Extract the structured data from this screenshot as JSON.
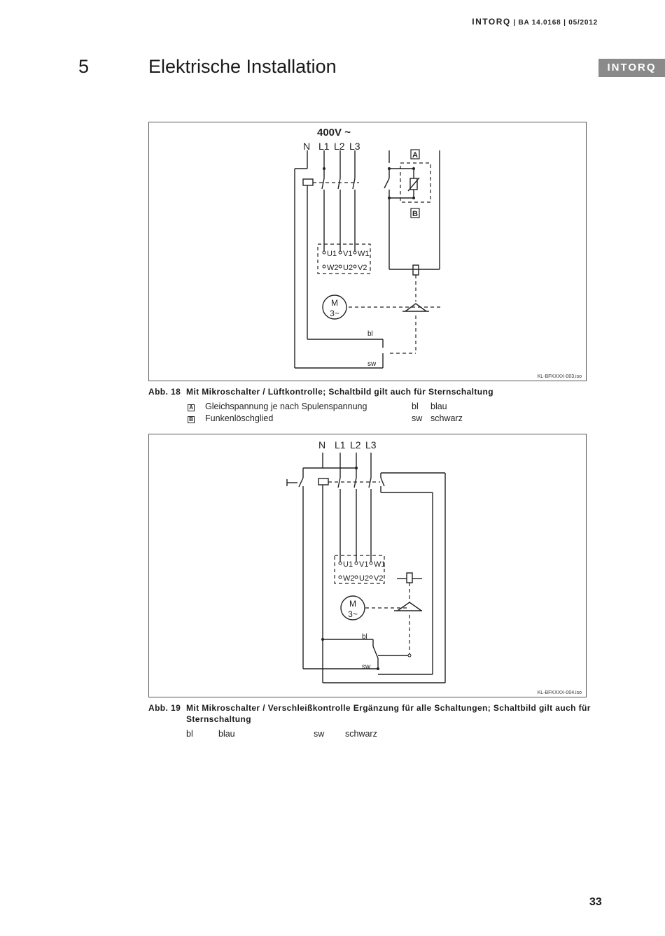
{
  "header": {
    "brand": "INTORQ",
    "doc_ref": "| BA 14.0168 | 05/2012"
  },
  "chapter": {
    "number": "5",
    "title": "Elektrische Installation",
    "tab_label": "INTORQ"
  },
  "figure18": {
    "voltage": "400V ~",
    "phases": [
      "N",
      "L1",
      "L2",
      "L3"
    ],
    "terminals_top": [
      "U1",
      "V1",
      "W1"
    ],
    "terminals_bottom": [
      "W2",
      "U2",
      "V2"
    ],
    "motor": [
      "M",
      "3~"
    ],
    "box_a": "A",
    "box_b": "B",
    "wire_bl": "bl",
    "wire_sw": "sw",
    "file_id": "KL-BFKXXX-003.iso",
    "caption_label": "Abb. 18",
    "caption_text": "Mit Mikroschalter / Lüftkontrolle; Schaltbild gilt auch für Sternschaltung",
    "legend": [
      {
        "key": "A",
        "text": "Gleichspannung je nach Spulenspannung",
        "abbr": "bl",
        "meaning": "blau"
      },
      {
        "key": "B",
        "text": "Funkenlöschglied",
        "abbr": "sw",
        "meaning": "schwarz"
      }
    ]
  },
  "figure19": {
    "phases": [
      "N",
      "L1",
      "L2",
      "L3"
    ],
    "terminals_top": [
      "U1",
      "V1",
      "W1"
    ],
    "terminals_bottom": [
      "W2",
      "U2",
      "V2"
    ],
    "motor": [
      "M",
      "3~"
    ],
    "wire_bl": "bl",
    "wire_sw": "sw",
    "file_id": "KL-BFKXXX-004.iso",
    "caption_label": "Abb. 19",
    "caption_text": "Mit Mikroschalter / Verschleißkontrolle Ergänzung für alle Schaltungen; Schaltbild gilt auch für Sternschaltung",
    "legend": [
      {
        "abbr": "bl",
        "meaning": "blau"
      },
      {
        "abbr": "sw",
        "meaning": "schwarz"
      }
    ]
  },
  "page_number": "33"
}
